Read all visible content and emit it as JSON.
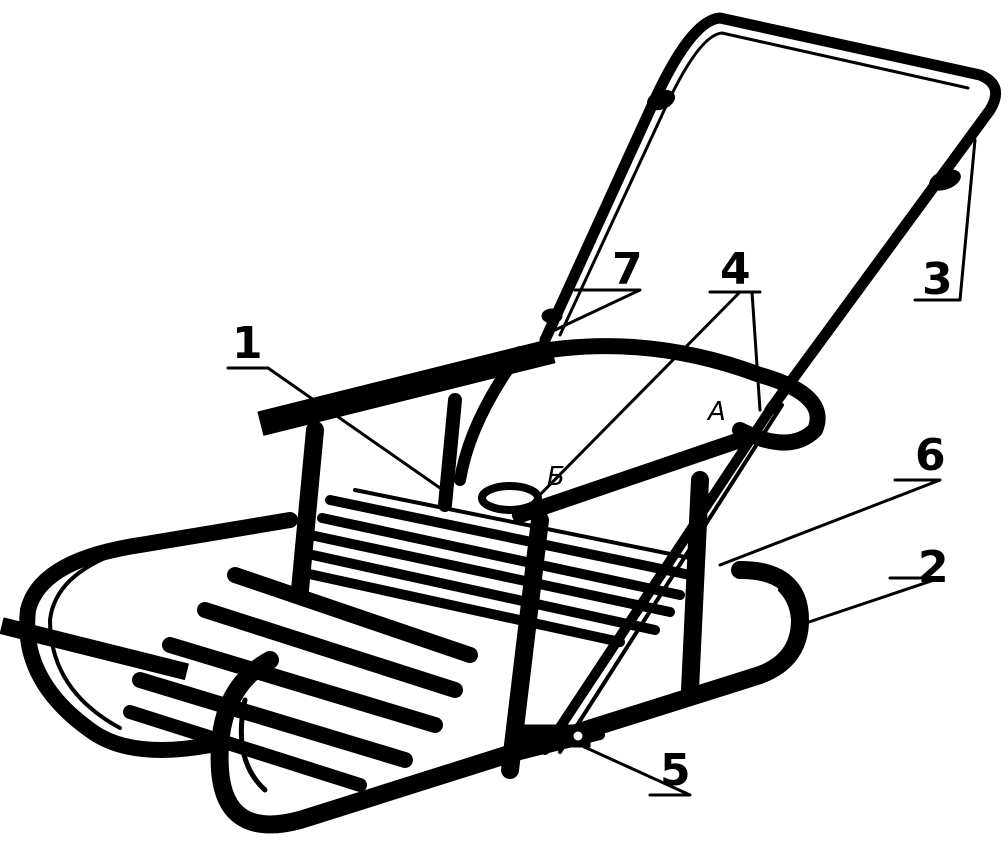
{
  "callouts": {
    "c1": "1",
    "c2": "2",
    "c3": "3",
    "c4": "4",
    "c5": "5",
    "c6": "6",
    "c7": "7"
  },
  "points": {
    "a": "A",
    "b": "Б"
  },
  "colors": {
    "ink": "#000000",
    "paper": "#ffffff"
  }
}
